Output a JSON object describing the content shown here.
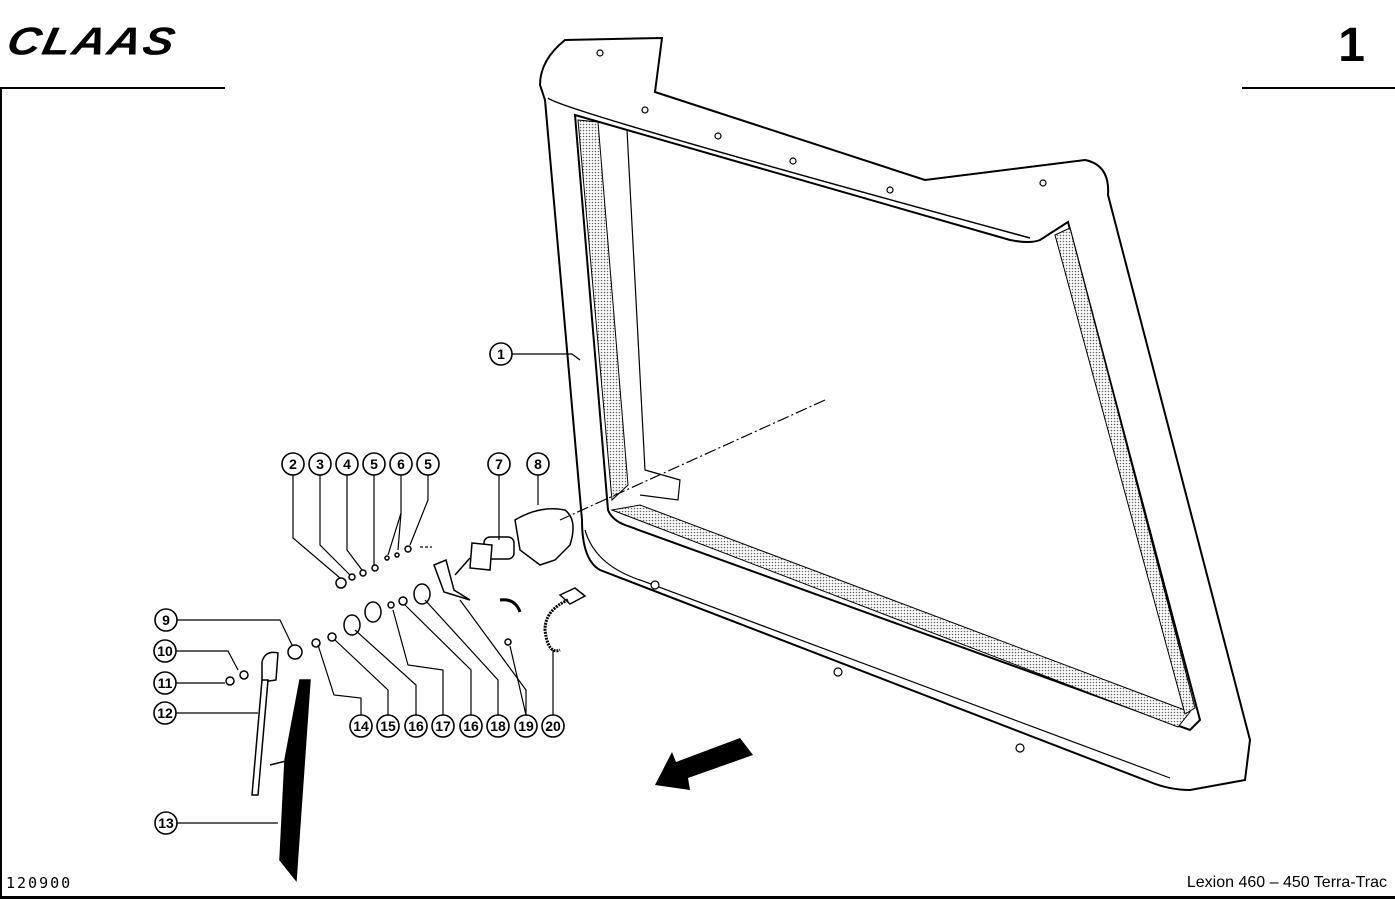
{
  "header": {
    "logo": "CLAAS",
    "page_number": "1"
  },
  "footer": {
    "drawing_code": "120900",
    "model": "Lexion 460 – 450 Terra-Trac"
  },
  "callouts": {
    "c1": "1",
    "c2": "2",
    "c3": "3",
    "c4": "4",
    "c5a": "5",
    "c6": "6",
    "c5b": "5",
    "c7": "7",
    "c8": "8",
    "c9": "9",
    "c10": "10",
    "c11": "11",
    "c12": "12",
    "c13": "13",
    "c14": "14",
    "c15": "15",
    "c16a": "16",
    "c17": "17",
    "c16b": "16",
    "c18": "18",
    "c19": "19",
    "c20": "20"
  }
}
